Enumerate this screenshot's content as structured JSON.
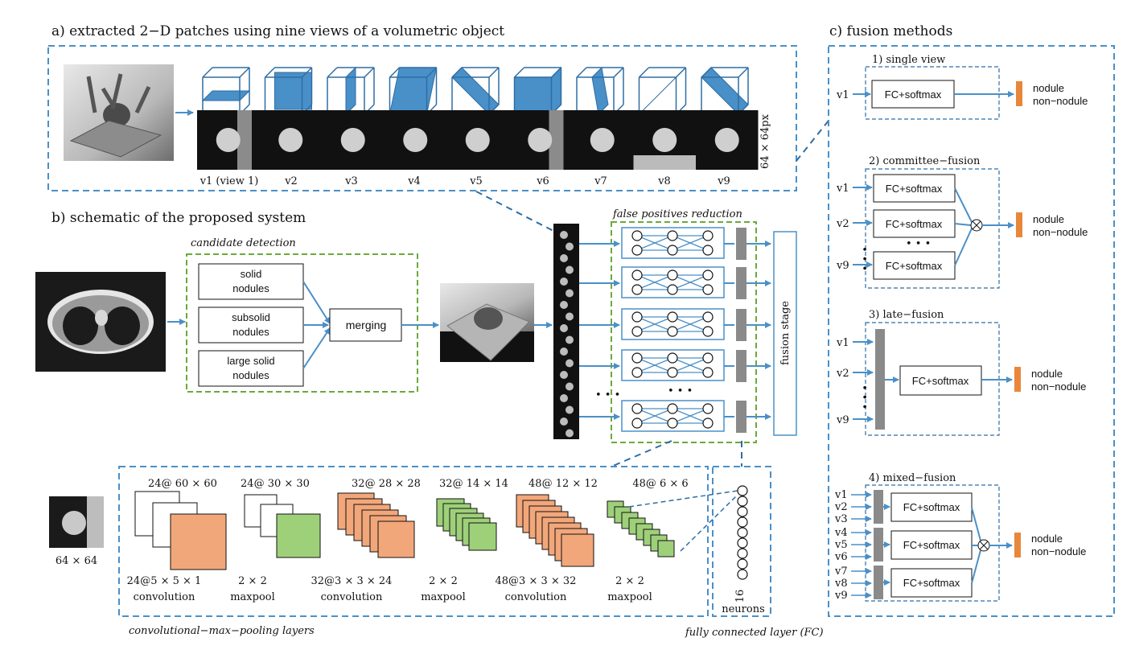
{
  "titles": {
    "a": "a) extracted 2−D patches using nine views of a volumetric object",
    "b": "b) schematic of the proposed system",
    "c": "c) fusion methods"
  },
  "views": {
    "labels": [
      "v1 (view 1)",
      "v2",
      "v3",
      "v4",
      "v5",
      "v6",
      "v7",
      "v8",
      "v9"
    ],
    "patch_size": "64 × 64px"
  },
  "candidate_detection": {
    "title": "candidate detection",
    "detectors": [
      [
        "solid",
        "nodules"
      ],
      [
        "subsolid",
        "nodules"
      ],
      [
        "large solid",
        "nodules"
      ]
    ],
    "merging": "merging"
  },
  "fp_reduction": {
    "title": "false positives reduction",
    "ellipsis": "• • •",
    "fusion_stage": "fusion stage"
  },
  "cnn": {
    "input_size": "64 × 64",
    "feature_maps": [
      "24@ 60 × 60",
      "24@ 30 × 30",
      "32@ 28 × 28",
      "32@ 14 × 14",
      "48@ 12 × 12",
      "48@ 6 × 6"
    ],
    "ops": [
      [
        "24@5 × 5 × 1",
        "convolution"
      ],
      [
        "2 × 2",
        "maxpool"
      ],
      [
        "32@3 × 3 × 24",
        "convolution"
      ],
      [
        "2 × 2",
        "maxpool"
      ],
      [
        "48@3 × 3 × 32",
        "convolution"
      ],
      [
        "2 × 2",
        "maxpool"
      ]
    ],
    "neurons_count": "16",
    "neurons_label": "neurons",
    "footer_left": "convolutional−max−pooling layers",
    "footer_right": "fully connected layer (FC)"
  },
  "fusion_methods": {
    "single_view": {
      "title": "1) single view",
      "input": "v1",
      "block": "FC+softmax",
      "out1": "nodule",
      "out2": "non−nodule"
    },
    "committee": {
      "title": "2) committee−fusion",
      "inputs": [
        "v1",
        "v2",
        "v9"
      ],
      "block": "FC+softmax",
      "ellipsis": "• • •",
      "out1": "nodule",
      "out2": "non−nodule"
    },
    "late": {
      "title": "3) late−fusion",
      "inputs": [
        "v1",
        "v2",
        "v9"
      ],
      "block": "FC+softmax",
      "out1": "nodule",
      "out2": "non−nodule"
    },
    "mixed": {
      "title": "4) mixed−fusion",
      "inputs": [
        "v1",
        "v2",
        "v3",
        "v4",
        "v5",
        "v6",
        "v7",
        "v8",
        "v9"
      ],
      "block": "FC+softmax",
      "out1": "nodule",
      "out2": "non−nodule"
    }
  },
  "colors": {
    "blue": "#4a90c8",
    "green": "#6aaa3a",
    "orange": "#f2a77a",
    "green_fill": "#9ed07a",
    "gray": "#8a8a8a",
    "output_orange": "#e8873a"
  }
}
